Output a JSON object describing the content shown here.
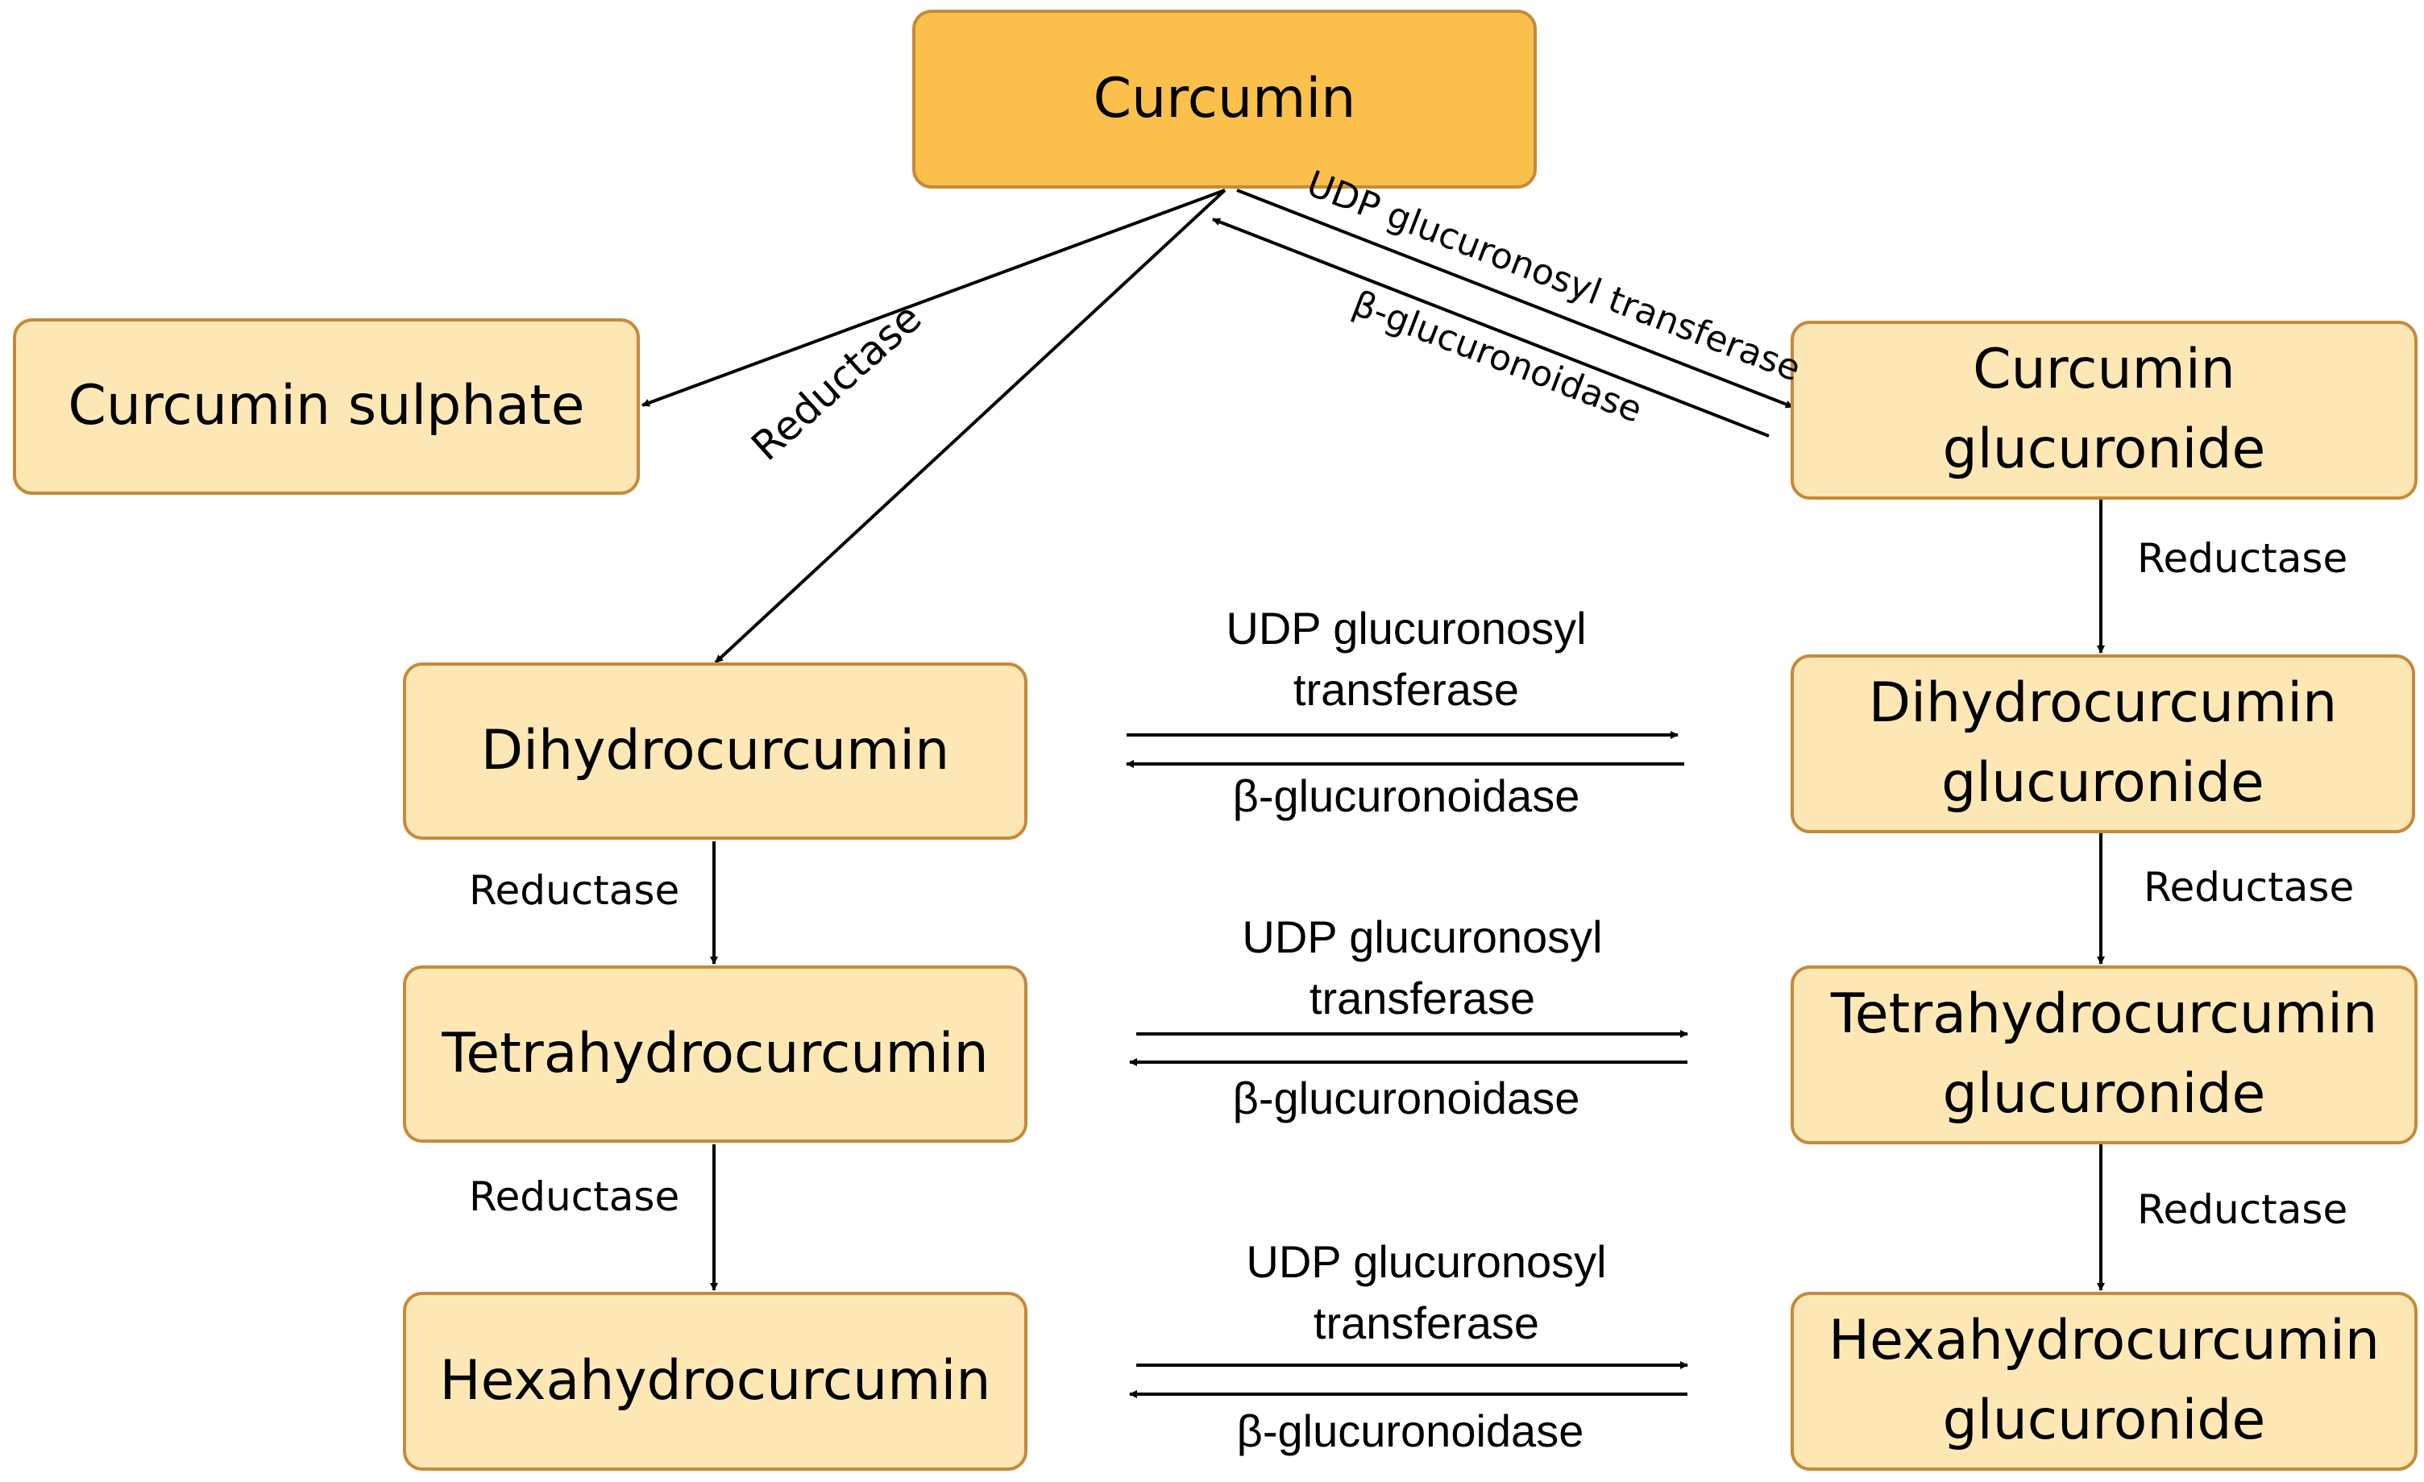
{
  "nodes": {
    "curcumin": [
      "Curcumin"
    ],
    "curcumin_sulphate": [
      "Curcumin sulphate"
    ],
    "curcumin_glucuronide": [
      "Curcumin",
      "glucuronide"
    ],
    "dihydrocurcumin": [
      "Dihydrocurcumin"
    ],
    "dihydrocurcumin_glucuronide": [
      "Dihydrocurcumin",
      "glucuronide"
    ],
    "tetrahydrocurcumin": [
      "Tetrahydrocurcumin"
    ],
    "tetrahydrocurcumin_glucuronide": [
      "Tetrahydrocurcumin",
      "glucuronide"
    ],
    "hexahydrocurcumin": [
      "Hexahydrocurcumin"
    ],
    "hexahydrocurcumin_glucuronide": [
      "Hexahydrocurcumin",
      "glucuronide"
    ]
  },
  "enzymes": {
    "reductase": "Reductase",
    "udp_gt": "UDP glucuronosyl transferase",
    "udp_gt_line1": "UDP glucuronosyl",
    "udp_gt_line2": "transferase",
    "beta_gluc": "β-glucuronoidase"
  },
  "colors": {
    "root_fill": "#fbc04b",
    "node_fill": "#fde8b5",
    "node_border": "#c58a3a",
    "arrow": "#000000"
  }
}
